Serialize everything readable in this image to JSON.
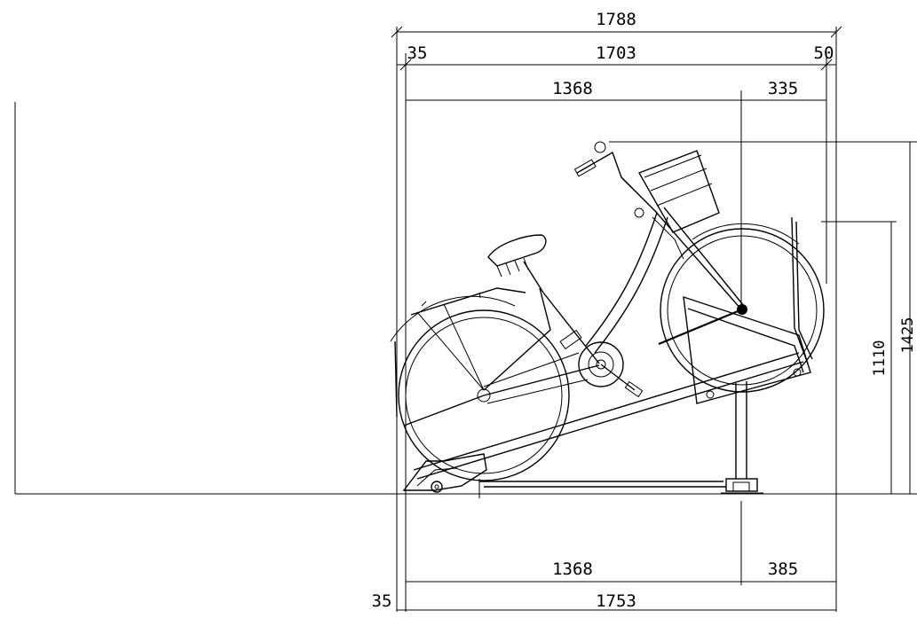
{
  "dimensions": {
    "overall_width": "1788",
    "left_offset_top": "35",
    "inner_width": "1703",
    "right_offset": "50",
    "wheelbase_top": "1368",
    "front_offset_top": "335",
    "height_rack": "1110",
    "height_total": "1425",
    "wheelbase_bottom": "1368",
    "front_offset_bottom": "385",
    "left_offset_bottom": "35",
    "base_width": "1753"
  },
  "colors": {
    "line": "#000000",
    "background": "#ffffff"
  }
}
